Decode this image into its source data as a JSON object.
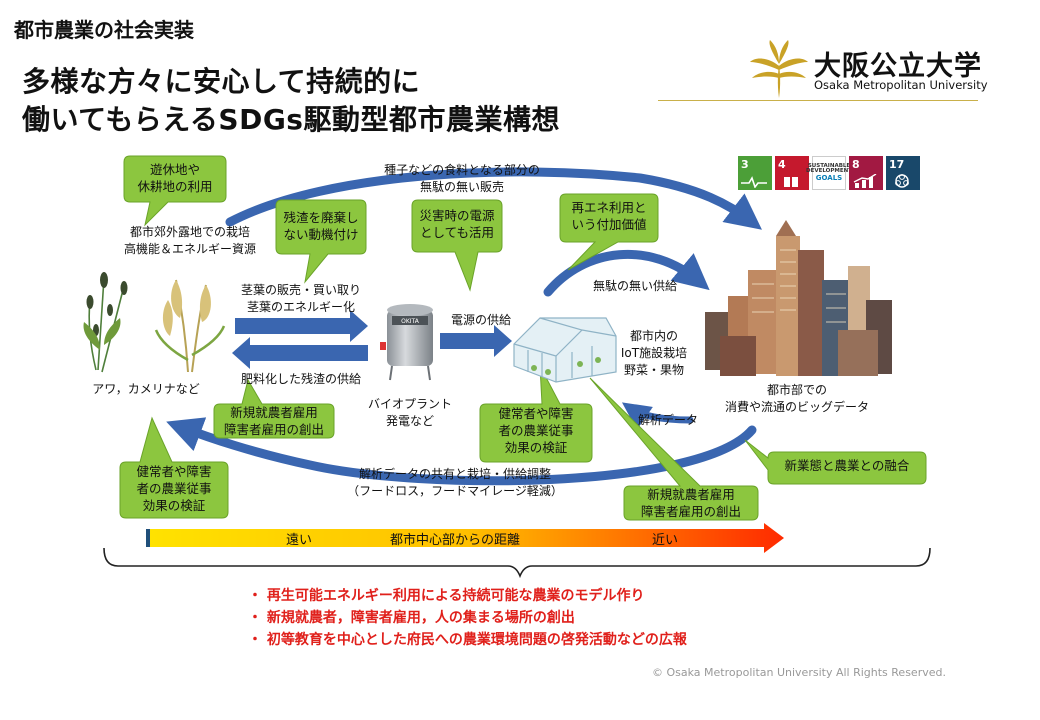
{
  "section_title": "都市農業の社会実装",
  "title_line1": "多様な方々に安心して持続的に",
  "title_line2": "働いてもらえるSDGs駆動型都市農業構想",
  "logo": {
    "name_ja": "大阪公立大学",
    "name_en": "Osaka Metropolitan University",
    "color": "#c9a227"
  },
  "sdg_icons": [
    {
      "num": "3",
      "color": "#4c9f38",
      "icon": "heartbeat-icon"
    },
    {
      "num": "4",
      "color": "#c5192d",
      "icon": "book-icon"
    },
    {
      "num": "",
      "color": "#ffffff",
      "icon": "sdgs-logo-icon"
    },
    {
      "num": "8",
      "color": "#a21942",
      "icon": "growth-chart-icon"
    },
    {
      "num": "17",
      "color": "#19486a",
      "icon": "partnership-flower-icon"
    }
  ],
  "sdg_logo_text": {
    "line1": "SUSTAINABLE",
    "line2": "DEVELOPMENT",
    "line3": "GOALS"
  },
  "bubbles": {
    "idle_land": {
      "line1": "遊休地や",
      "line2": "休耕地の利用"
    },
    "residue": {
      "line1": "残渣を廃棄し",
      "line2": "ない動機付け"
    },
    "disaster_power": {
      "line1": "災害時の電源",
      "line2": "としても活用"
    },
    "renewable": {
      "line1": "再エネ利用と",
      "line2": "いう付加価値"
    },
    "new_farmers_left": {
      "line1": "新規就農者雇用",
      "line2": "障害者雇用の創出"
    },
    "healthy_left": {
      "line1": "健常者や障害",
      "line2": "者の農業従事",
      "line3": "効果の検証"
    },
    "healthy_center": {
      "line1": "健常者や障害",
      "line2": "者の農業従事",
      "line3": "効果の検証"
    },
    "new_business": {
      "line1": "新業態と農業との融合"
    },
    "new_farmers_right": {
      "line1": "新規就農者雇用",
      "line2": "障害者雇用の創出"
    }
  },
  "labels": {
    "seed_sales": {
      "line1": "種子などの食料となる部分の",
      "line2": "無駄の無い販売"
    },
    "suburban": {
      "line1": "都市郊外露地での栽培",
      "line2": "高機能＆エネルギー資源"
    },
    "stem_sales": {
      "line1": "茎葉の販売・買い取り",
      "line2": "茎葉のエネルギー化"
    },
    "fertilizer": "肥料化した残渣の供給",
    "crops": "アワ，カメリナなど",
    "bioplant": {
      "line1": "バイオプラント",
      "line2": "発電など"
    },
    "power_supply": "電源の供給",
    "no_waste_supply": "無駄の無い供給",
    "iot": {
      "line1": "都市内の",
      "line2": "IoT施設栽培",
      "line3": "野菜・果物"
    },
    "analysis": "解析データ",
    "city": {
      "line1": "都市部での",
      "line2": "消費や流通のビッグデータ"
    },
    "sharing": {
      "line1": "解析データの共有と栽培・供給調整",
      "line2": "（フードロス，フードマイレージ軽減）"
    },
    "plant_brand": "OKITA"
  },
  "distance_bar": {
    "far": "遠い",
    "title": "都市中心部からの距離",
    "near": "近い"
  },
  "bullets": [
    "・ 再生可能エネルギー利用による持続可能な農業のモデル作り",
    "・ 新規就農者，障害者雇用，人の集まる場所の創出",
    "・ 初等教育を中心とした府民への農業環境問題の啓発活動などの広報"
  ],
  "copyright": "© Osaka Metropolitan University All Rights Reserved.",
  "colors": {
    "bubble_fill": "#8cc63f",
    "bubble_stroke": "#6aa329",
    "arrow_blue": "#3a66b0",
    "accent_red": "#e0201b"
  }
}
